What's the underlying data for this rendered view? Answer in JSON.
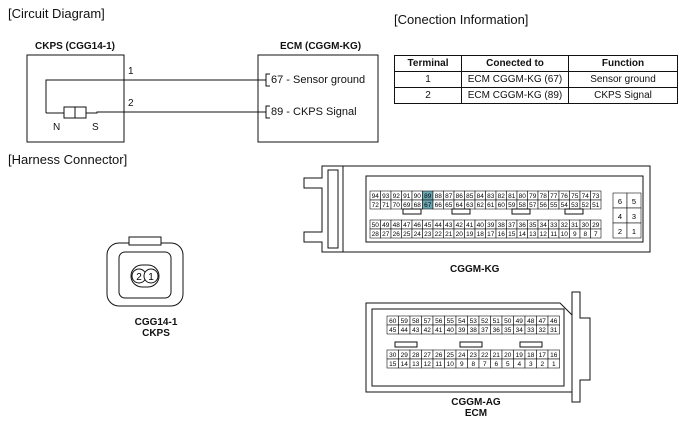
{
  "circuit": {
    "heading": "[Circuit Diagram]",
    "left_title": "CKPS (CGG14-1)",
    "right_title": "ECM (CGGM-KG)",
    "wire1": "1",
    "wire2": "2",
    "pin_n": "N",
    "pin_s": "S",
    "ecm_pin1": "67 - Sensor ground",
    "ecm_pin2": "89 - CKPS Signal"
  },
  "connection": {
    "heading": "[Conection Information]",
    "headers": [
      "Terminal",
      "Conected to",
      "Function"
    ],
    "rows": [
      [
        "1",
        "ECM CGGM-KG (67)",
        "Sensor ground"
      ],
      [
        "2",
        "ECM CGGM-KG (89)",
        "CKPS Signal"
      ]
    ]
  },
  "harness": {
    "heading": "[Harness Connector]",
    "ckps_label1": "CGG14-1",
    "ckps_label2": "CKPS",
    "ckps_pins": [
      "2",
      "1"
    ],
    "kg_label": "CGGM-KG",
    "kg_row1": [
      "94",
      "93",
      "92",
      "91",
      "90",
      "89",
      "88",
      "87",
      "86",
      "85",
      "84",
      "83",
      "82",
      "81",
      "80",
      "79",
      "78",
      "77",
      "76",
      "75",
      "74",
      "73"
    ],
    "kg_row2": [
      "72",
      "71",
      "70",
      "69",
      "68",
      "67",
      "66",
      "65",
      "64",
      "63",
      "62",
      "61",
      "60",
      "59",
      "58",
      "57",
      "56",
      "55",
      "54",
      "53",
      "52",
      "51"
    ],
    "kg_row3": [
      "50",
      "49",
      "48",
      "47",
      "46",
      "45",
      "44",
      "43",
      "42",
      "41",
      "40",
      "39",
      "38",
      "37",
      "36",
      "35",
      "34",
      "33",
      "32",
      "31",
      "30",
      "29"
    ],
    "kg_row4": [
      "28",
      "27",
      "26",
      "25",
      "24",
      "23",
      "22",
      "21",
      "20",
      "19",
      "18",
      "17",
      "16",
      "15",
      "14",
      "13",
      "12",
      "11",
      "10",
      "9",
      "8",
      "7"
    ],
    "kg_side": [
      "6",
      "5",
      "4",
      "3",
      "2",
      "1"
    ],
    "highlight_pins": [
      "89",
      "67"
    ],
    "highlight_color": "#6aa8b4",
    "ag_label1": "CGGM-AG",
    "ag_label2": "ECM",
    "ag_row1": [
      "60",
      "59",
      "58",
      "57",
      "56",
      "55",
      "54",
      "53",
      "52",
      "51",
      "50",
      "49",
      "48",
      "47",
      "46"
    ],
    "ag_row2": [
      "45",
      "44",
      "43",
      "42",
      "41",
      "40",
      "39",
      "38",
      "37",
      "36",
      "35",
      "34",
      "33",
      "32",
      "31"
    ],
    "ag_row3": [
      "30",
      "29",
      "28",
      "27",
      "26",
      "25",
      "24",
      "23",
      "22",
      "21",
      "20",
      "19",
      "18",
      "17",
      "16"
    ],
    "ag_row4": [
      "15",
      "14",
      "13",
      "12",
      "11",
      "10",
      "9",
      "8",
      "7",
      "6",
      "5",
      "4",
      "3",
      "2",
      "1"
    ]
  }
}
